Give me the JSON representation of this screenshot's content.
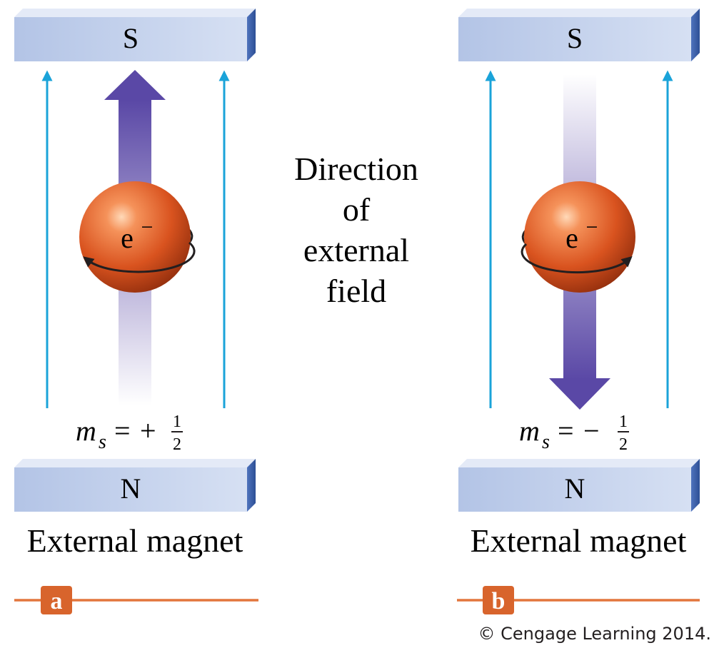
{
  "diagram": {
    "center_label": [
      "Direction",
      "of",
      "external",
      "field"
    ],
    "copyright": "© Cengage Learning 2014.",
    "panels": [
      {
        "id": "a",
        "top_pole": "S",
        "bottom_pole": "N",
        "magnet_label": "External magnet",
        "electron": {
          "symbol": "e",
          "charge": "−"
        },
        "spin": {
          "prefix": "m",
          "subscript": "s",
          "equals": "=",
          "sign": "+",
          "numerator": "1",
          "denominator": "2"
        },
        "spin_direction": "up",
        "panel_letter": "a"
      },
      {
        "id": "b",
        "top_pole": "S",
        "bottom_pole": "N",
        "magnet_label": "External magnet",
        "electron": {
          "symbol": "e",
          "charge": "−"
        },
        "spin": {
          "prefix": "m",
          "subscript": "s",
          "equals": "=",
          "sign": "−",
          "numerator": "1",
          "denominator": "2"
        },
        "spin_direction": "down",
        "panel_letter": "b"
      }
    ],
    "colors": {
      "magnet_face": "#c3d1ec",
      "magnet_side": "#3d5fa8",
      "field_line": "#1aa3d9",
      "spin_arrow": "#5a48a6",
      "electron": "#e0582a",
      "panel_rule": "#e3763d",
      "panel_badge": "#d8642c"
    }
  }
}
